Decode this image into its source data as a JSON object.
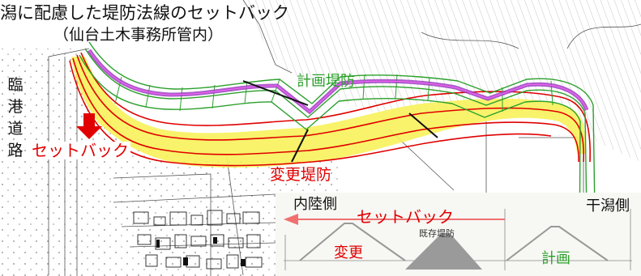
{
  "title": {
    "line1": "潟に配慮した堤防法線のセットバック",
    "line2": "（仙台土木事務所管内）"
  },
  "map": {
    "road_label": "臨港道路",
    "planned_levee_label": "計画堤防",
    "setback_label": "セットバック",
    "changed_levee_label": "変更堤防"
  },
  "section": {
    "inland_side": "内陸側",
    "tidal_flat_side": "干潟側",
    "setback_label": "セットバック",
    "changed": "変更",
    "existing_levee": "既存堤防",
    "planned": "計画"
  },
  "colors": {
    "planned_levee": "#2ca02c",
    "changed_levee": "#e00000",
    "setback_band": "#f7f25a",
    "existing_path": "#9c40c0",
    "title_text": "#111111"
  },
  "icons": {
    "setback_arrow": "arrow-down-icon"
  }
}
